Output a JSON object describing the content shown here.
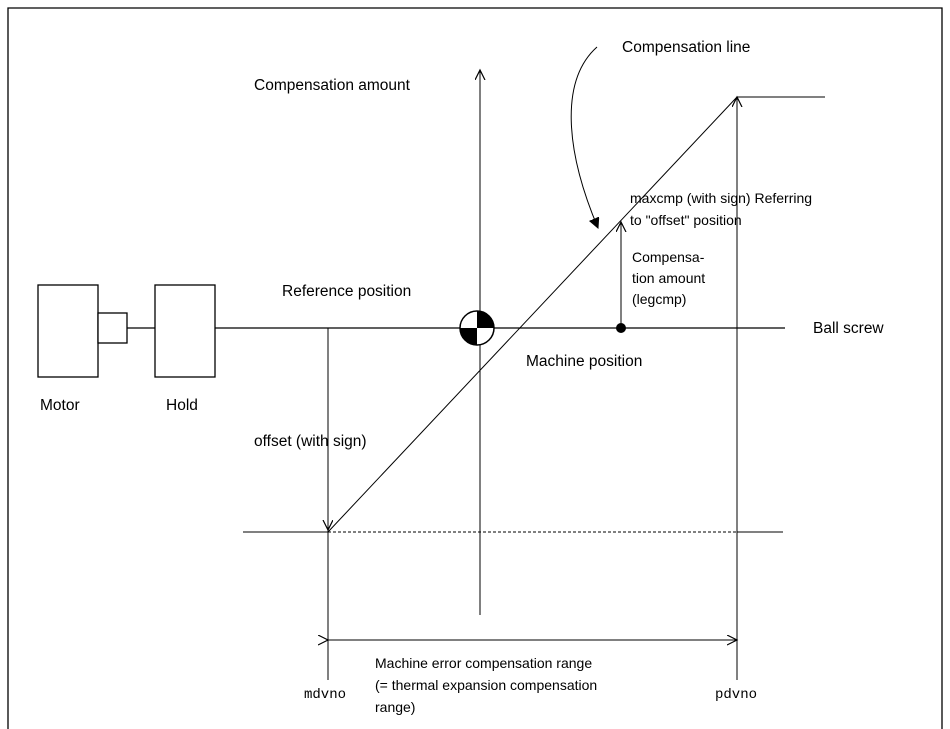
{
  "labels": {
    "compensation_line": "Compensation line",
    "compensation_amount_axis": "Compensation amount",
    "maxcmp_line1": "maxcmp (with sign) Referring",
    "maxcmp_line2": "to \"offset\" position",
    "compensation_amount_line1": "Compensa-",
    "compensation_amount_line2": "tion amount",
    "compensation_amount_line3": "(legcmp)",
    "reference_position": "Reference position",
    "ball_screw": "Ball screw",
    "machine_position": "Machine position",
    "motor": "Motor",
    "hold": "Hold",
    "offset": "offset (with sign)",
    "range_line1": "Machine error compensation range",
    "range_line2": "(= thermal expansion compensation",
    "range_line3": "range)",
    "mdvno": "mdvno",
    "pdvno": "pdvno"
  }
}
